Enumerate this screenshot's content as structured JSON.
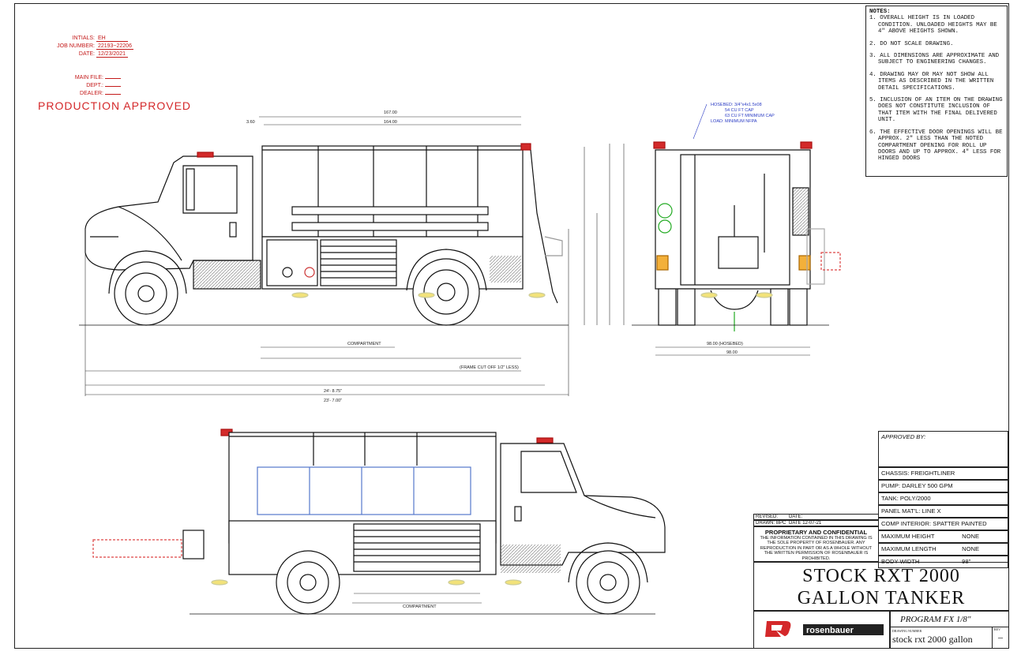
{
  "approval": {
    "initials_label": "INTIALS:",
    "initials_value": "EH",
    "job_label": "JOB NUMBER:",
    "job_value": "22193~22206",
    "date_label": "DATE:",
    "date_value": "12/23/2021",
    "main_file_label": "MAIN FILE:",
    "dept_label": "DEPT.:",
    "dealer_label": "DEALER:",
    "stamp": "PRODUCTION APPROVED"
  },
  "notes": {
    "heading": "NOTES:",
    "items": [
      "1. OVERALL HEIGHT IS IN LOADED CONDITION. UNLOADED HEIGHTS MAY BE 4\" ABOVE HEIGHTS SHOWN.",
      "2. DO NOT SCALE DRAWING.",
      "3. ALL DIMENSIONS ARE APPROXIMATE AND SUBJECT TO ENGINEERING CHANGES.",
      "4. DRAWING MAY OR MAY NOT SHOW ALL ITEMS AS DESCRIBED IN THE WRITTEN DETAIL SPECIFICATIONS.",
      "5. INCLUSION OF AN ITEM ON THE DRAWING DOES NOT CONSTITUTE INCLUSION OF THAT ITEM WITH THE FINAL DELIVERED UNIT.",
      "6. THE EFFECTIVE DOOR OPENINGS WILL BE APPROX. 2\" LESS THAN THE NOTED COMPARTMENT OPENING FOR ROLL UP DOORS AND UP TO APPROX. 4\" LESS FOR HINGED DOORS"
    ]
  },
  "spec": {
    "approved_by": "APPROVED BY:",
    "chassis": "CHASSIS: FREIGHTLINER",
    "pump": "PUMP:  DARLEY 500 GPM",
    "tank": "TANK:       POLY/2000",
    "panel": "PANEL MAT'L:  LINE X",
    "comp_interior": "COMP INTERIOR: SPATTER PAINTED",
    "max_height_label": "MAXIMUM HEIGHT",
    "max_height_value": "NONE",
    "max_length_label": "MAXIMUM LENGTH",
    "max_length_value": "NONE",
    "body_width_label": "BODY WIDTH",
    "body_width_value": "98\""
  },
  "revision": {
    "revised_label": "REVISED:",
    "date_label": "DATE:",
    "drawn_label": "DRAWN:",
    "drawn_value": "BPC",
    "drawn_date": "DATE 12-07-21",
    "conf_title": "PROPRIETARY AND CONFIDENTIAL",
    "conf_text": "THE INFORMATION CONTAINED IN THIS DRAWING IS THE SOLE PROPERTY OF ROSENBAUER. ANY REPRODUCTION IN PART OR AS A WHOLE WITHOUT THE WRITTEN PERMISSION OF ROSENBAUER IS PROHIBITED."
  },
  "title": {
    "line1": "STOCK RXT 2000",
    "line2": "GALLON TANKER"
  },
  "logo": {
    "brand": "rosenbauer"
  },
  "program": {
    "text": "PROGRAM FX 1/8\"",
    "drawing_number_label": "DRAWING NUMBER",
    "drawing_number": "stock rxt 2000 gallon",
    "rev_label": "REV",
    "rev_value": "–"
  },
  "dims": {
    "d_167": "167.00",
    "d_164": "164.00",
    "d_3": "3.60",
    "d_compartment": "COMPARTMENT",
    "d_frame": "(FRAME CUT OFF 1/2\" LESS)",
    "d_overall_1": "24'- 8.75\"",
    "d_overall_2": "23'- 7.00\"",
    "d_width_1": "98.00 (HOSEBED)",
    "d_width_2": "98.00",
    "hosebed_1": "HOSEBED: 3/4\"x4x1.5x08",
    "hosebed_2": "54 CU FT CAP",
    "hosebed_3": "63 CU FT MINIMUM CAP",
    "hosebed_4": "LOAD: MINIMUM NFPA",
    "rear_comp": "COMPARTMENT"
  }
}
